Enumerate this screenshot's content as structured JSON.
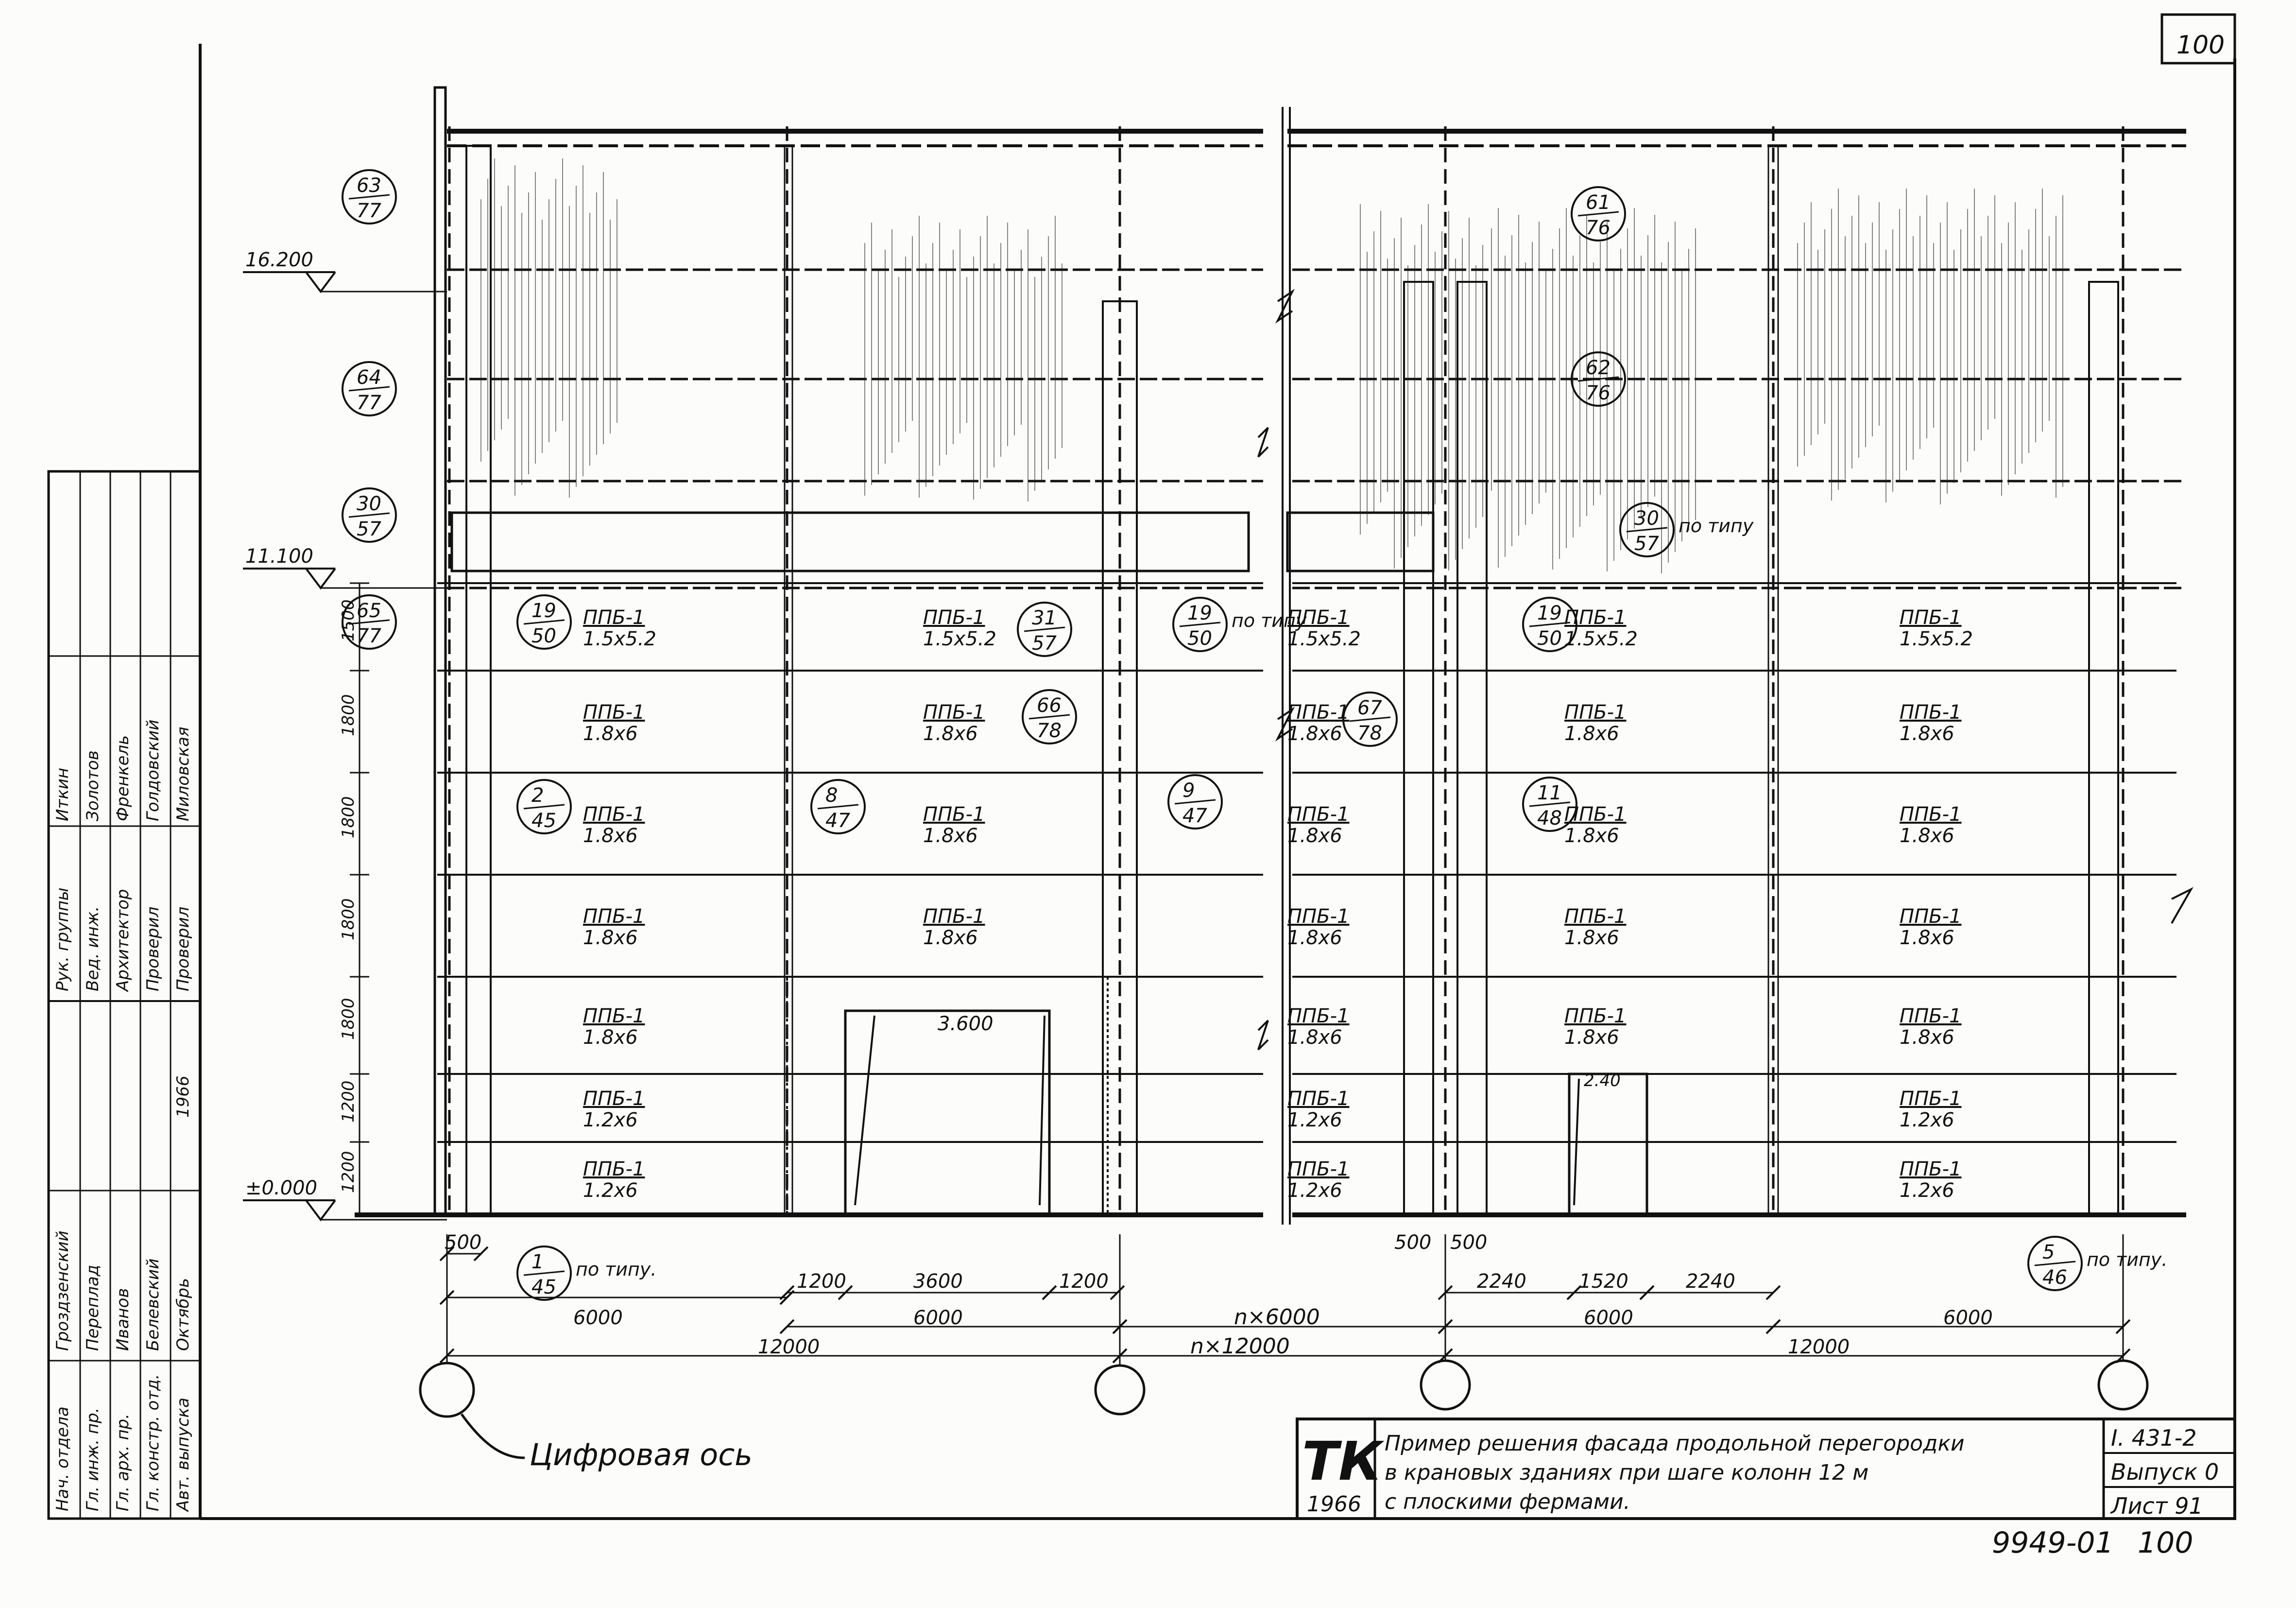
{
  "sheet": {
    "page_number": "100",
    "stamp_number": "9949-01",
    "stamp_page": "100"
  },
  "elevations": [
    {
      "label": "16.200"
    },
    {
      "label": "11.100"
    },
    {
      "label": "±0.000"
    }
  ],
  "row_heights": [
    "1500",
    "1800",
    "1800",
    "1800",
    "1800",
    "1200",
    "1200"
  ],
  "callouts": [
    {
      "top": "63",
      "bottom": "77"
    },
    {
      "top": "64",
      "bottom": "77"
    },
    {
      "top": "30",
      "bottom": "57"
    },
    {
      "top": "65",
      "bottom": "77"
    },
    {
      "top": "19",
      "bottom": "50"
    },
    {
      "top": "31",
      "bottom": "57"
    },
    {
      "top": "19",
      "bottom": "50",
      "note": "по типу"
    },
    {
      "top": "66",
      "bottom": "78"
    },
    {
      "top": "2",
      "bottom": "45"
    },
    {
      "top": "8",
      "bottom": "47"
    },
    {
      "top": "9",
      "bottom": "47"
    },
    {
      "top": "1",
      "bottom": "45",
      "note": "по типу."
    },
    {
      "top": "61",
      "bottom": "76"
    },
    {
      "top": "62",
      "bottom": "76"
    },
    {
      "top": "30",
      "bottom": "57",
      "note": "по типу"
    },
    {
      "top": "19",
      "bottom": "50"
    },
    {
      "top": "67",
      "bottom": "78"
    },
    {
      "top": "11",
      "bottom": "48"
    },
    {
      "top": "5",
      "bottom": "46",
      "note": "по типу."
    }
  ],
  "panels": {
    "name": "ППБ-1",
    "sizes": [
      "1.5x5.2",
      "1.8x6",
      "1.8x6",
      "1.8x6",
      "1.8x6",
      "1.2x6",
      "1.2x6"
    ]
  },
  "openings": [
    {
      "mark": "3.600"
    },
    {
      "mark": "2.40"
    }
  ],
  "dimensions": {
    "left": [
      "500",
      "6000",
      "1200",
      "3600",
      "1200",
      "6000",
      "12000"
    ],
    "middle": [
      "n×6000",
      "n×12000"
    ],
    "right": [
      "500",
      "500",
      "2240",
      "1520",
      "2240",
      "6000",
      "6000",
      "12000"
    ]
  },
  "axis_label": "Цифровая ось",
  "side_stamp": {
    "roles": [
      "Нач. отдела",
      "Гл. инж. пр.",
      "Гл. арх. пр.",
      "Гл. констр. отд.",
      "Авт. выпуска"
    ],
    "names": [
      "Гроздзенский",
      "Переплад",
      "Иванов",
      "Белевский",
      "Октябрь"
    ],
    "date": "1966",
    "roles2": [
      "Рук. группы",
      "Вед. инж.",
      "Архитектор",
      "Проверил",
      "Проверил"
    ],
    "names2": [
      "Иткин",
      "Золотов",
      "Френкель",
      "Голдовский",
      "Миловская"
    ]
  },
  "title_block": {
    "logo": "ТК",
    "year": "1966",
    "title_lines": [
      "Пример решения фасада продольной перегородки",
      "в крановых зданиях при шаге колонн 12 м",
      "с плоскими фермами."
    ],
    "code": "I. 431-2",
    "issue": "Выпуск 0",
    "sheet": "Лист 91"
  }
}
